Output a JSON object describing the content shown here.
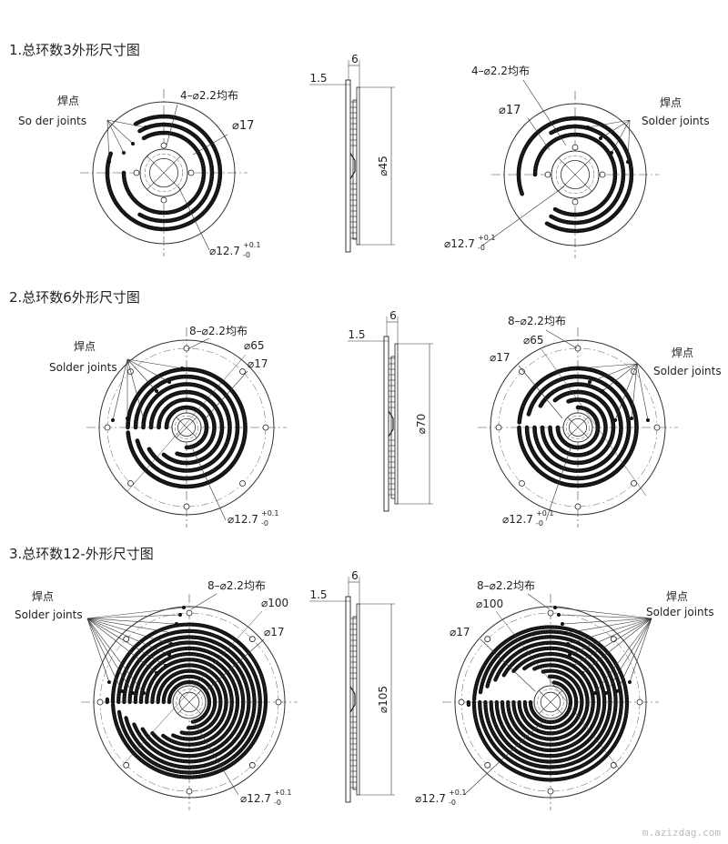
{
  "sections": [
    {
      "title": "1.总环数3外形尺寸图",
      "solder_cn": "焊点",
      "solder_en_left": "So der joints",
      "solder_en_right": "Solder joints",
      "holes": "4–⌀2.2均布",
      "inner_dia": "⌀17",
      "shaft_dia": "⌀12.7",
      "tol_up": "+0.1",
      "tol_low": "-0",
      "thickness": "6",
      "step": "1.5",
      "outer_dia": "⌀45"
    },
    {
      "title": "2.总环数6外形尺寸图",
      "solder_cn": "焊点",
      "solder_en_left": "Solder joints",
      "solder_en_right": "Solder joints",
      "holes": "8–⌀2.2均布",
      "pcd_dia": "⌀65",
      "inner_dia": "⌀17",
      "shaft_dia": "⌀12.7",
      "tol_up": "+0.1",
      "tol_low": "-0",
      "thickness": "6",
      "step": "1.5",
      "outer_dia": "⌀70"
    },
    {
      "title": "3.总环数12-外形尺寸图",
      "solder_cn": "焊点",
      "solder_en_left": "Solder  joints",
      "solder_en_right": "Solder joints",
      "holes": "8–⌀2.2均布",
      "pcd_dia": "⌀100",
      "inner_dia": "⌀17",
      "shaft_dia": "⌀12.7",
      "tol_up": "+0.1",
      "tol_low": "-0",
      "thickness": "6",
      "step": "1.5",
      "outer_dia": "⌀105"
    }
  ],
  "watermark": "m.azizdag.com"
}
